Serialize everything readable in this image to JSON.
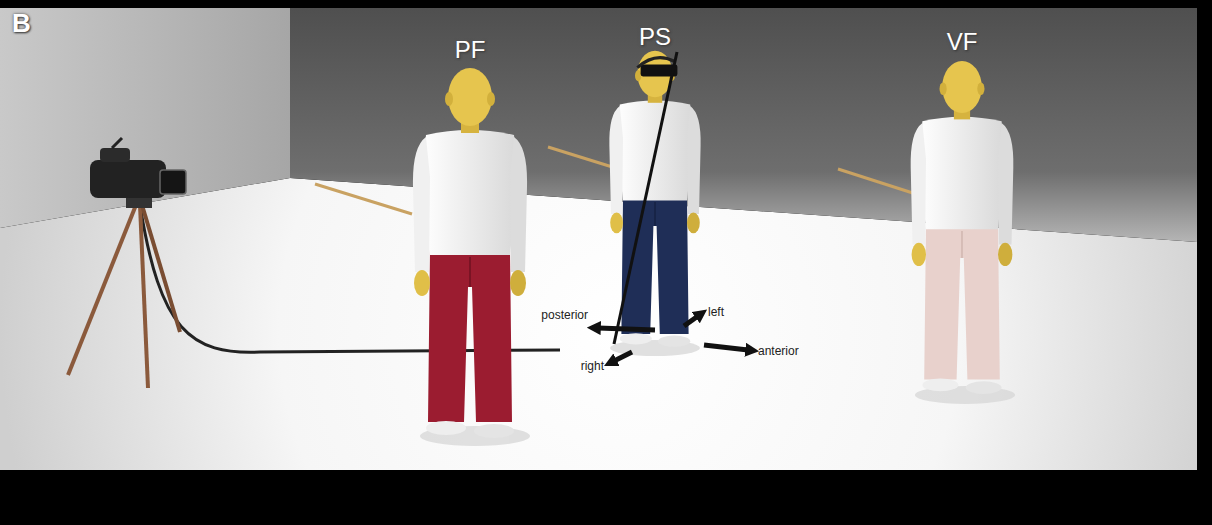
{
  "diagram": {
    "labels": [
      "B",
      "PF",
      "PS",
      "VF",
      "posterior",
      "left",
      "right",
      "anterior"
    ]
  }
}
